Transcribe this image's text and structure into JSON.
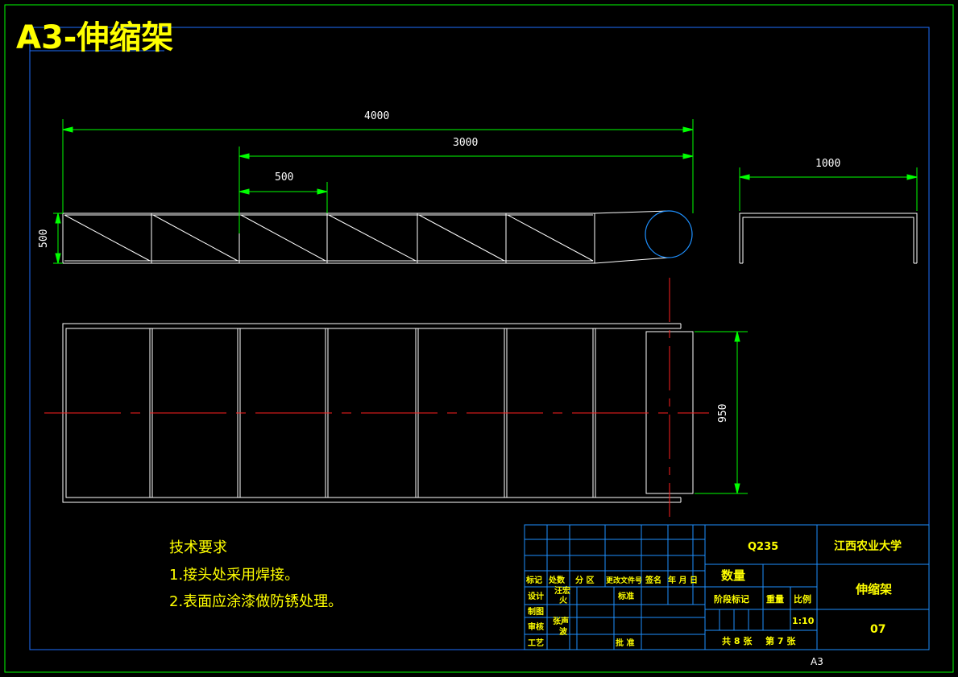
{
  "title": "A3-伸缩架",
  "sheet_size_label": "A3",
  "dimensions": {
    "overall_length": "4000",
    "extension_length": "3000",
    "bay_width": "500",
    "height": "500",
    "side_width": "1000",
    "plan_width": "950"
  },
  "notes": {
    "heading": "技术要求",
    "items": [
      "1.接头处采用焊接。",
      "2.表面应涂漆做防锈处理。"
    ]
  },
  "title_block": {
    "material": "Q235",
    "school": "江西农业大学",
    "part_name": "伸缩架",
    "drawing_no": "07",
    "quantity_label": "数量",
    "stage_label": "阶段标记",
    "weight_label": "重量",
    "scale_label": "比例",
    "scale_value": "1:10",
    "sheet_total": "共 8 张",
    "sheet_index": "第 7 张",
    "rev_headers": [
      "标记",
      "处数",
      "分 区",
      "更改文件号",
      "签名",
      "年 月 日"
    ],
    "design_label": "设计",
    "design_name_1": "汪宏",
    "design_name_2": "火",
    "draw_label": "制图",
    "review_label": "审核",
    "review_name_1": "张声",
    "review_name_2": "波",
    "process_label": "工艺",
    "standard_label": "标准",
    "approve_label": "批 准"
  }
}
